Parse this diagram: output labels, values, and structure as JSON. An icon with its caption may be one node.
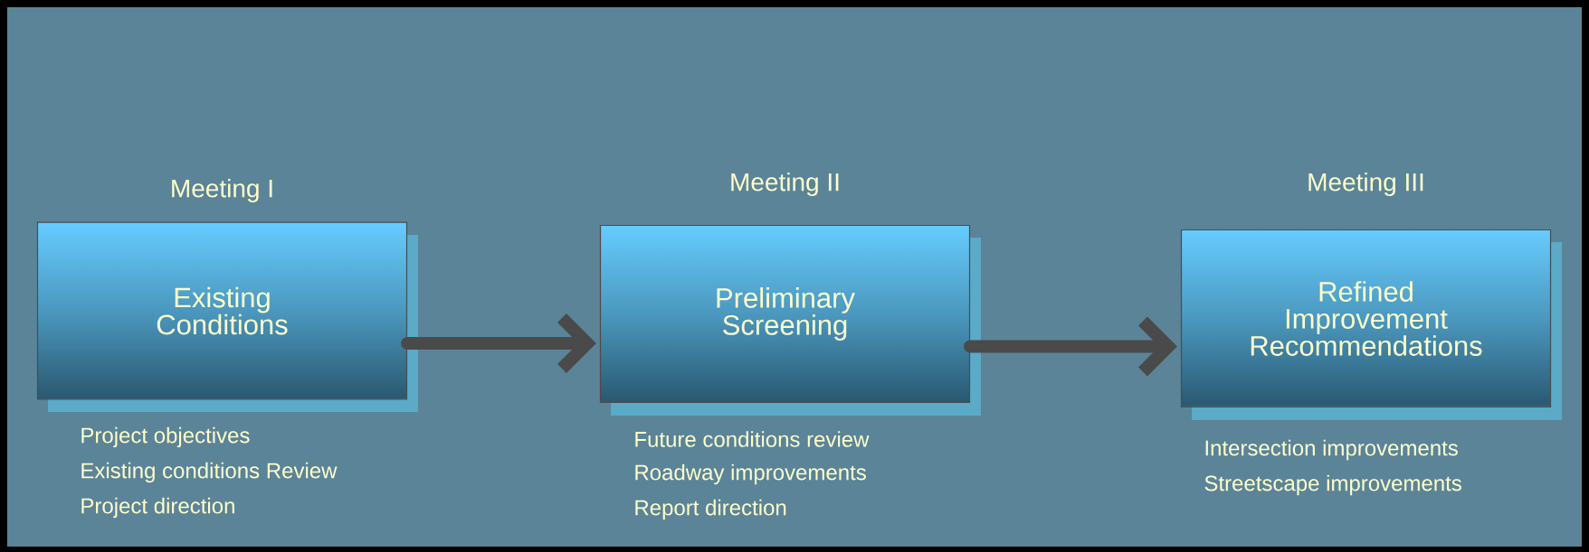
{
  "diagram": {
    "nodes": [
      {
        "text": [
          "Meeting I",
          "Existing Conditions"
        ],
        "beside": [
          "Project objectives",
          "Existing conditions Review",
          "Project direction"
        ]
      },
      {
        "text": [
          "Meeting II",
          "Preliminary Screening"
        ],
        "beside": [
          "Future conditions review",
          "Roadway improvements",
          "Report direction"
        ]
      },
      {
        "text": [
          "Meeting III",
          "Refined Improvement Recommendations"
        ],
        "beside": [
          "Intersection improvements",
          "Streetscape improvements"
        ]
      }
    ],
    "edges": [
      {
        "from": 0,
        "to": 1,
        "arrow": "to",
        "color": "#4a4a4a"
      },
      {
        "from": 1,
        "to": 2,
        "arrow": "to",
        "color": "#4a4a4a"
      }
    ]
  }
}
